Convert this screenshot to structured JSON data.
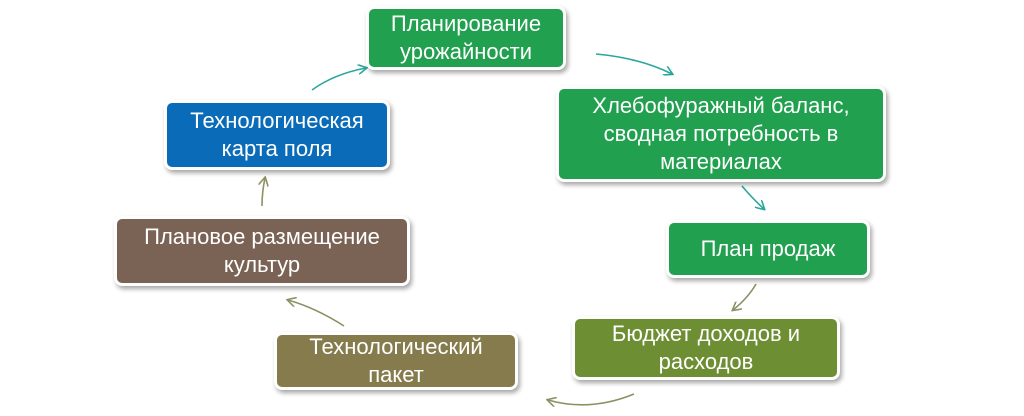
{
  "colors": {
    "green": "#21a04f",
    "blue": "#0a6cb8",
    "brown": "#7a6354",
    "olive": "#857b4c",
    "lime": "#6e8e34",
    "arrow_teal": "#2aa79b",
    "arrow_olive": "#8c9062"
  },
  "diagram": {
    "type": "cycle",
    "nodes": [
      {
        "id": "yield_planning",
        "text": "Планирование\nурожайности",
        "color": "green"
      },
      {
        "id": "grain_balance",
        "text": "Хлебофуражный баланс,\nсводная потребность в\nматериалах",
        "color": "green"
      },
      {
        "id": "sales_plan",
        "text": "План продаж",
        "color": "green"
      },
      {
        "id": "budget",
        "text": "Бюджет доходов и\nрасходов",
        "color": "lime"
      },
      {
        "id": "tech_package",
        "text": "Технологический\nпакет",
        "color": "olive"
      },
      {
        "id": "crop_placement",
        "text": "Плановое размещение\nкультур",
        "color": "brown"
      },
      {
        "id": "tech_map",
        "text": "Технологическая\nкарта поля",
        "color": "blue"
      }
    ],
    "edges": [
      {
        "from": "yield_planning",
        "to": "grain_balance"
      },
      {
        "from": "grain_balance",
        "to": "sales_plan"
      },
      {
        "from": "sales_plan",
        "to": "budget"
      },
      {
        "from": "budget",
        "to": "tech_package"
      },
      {
        "from": "tech_package",
        "to": "crop_placement"
      },
      {
        "from": "crop_placement",
        "to": "tech_map"
      },
      {
        "from": "tech_map",
        "to": "yield_planning"
      }
    ]
  }
}
